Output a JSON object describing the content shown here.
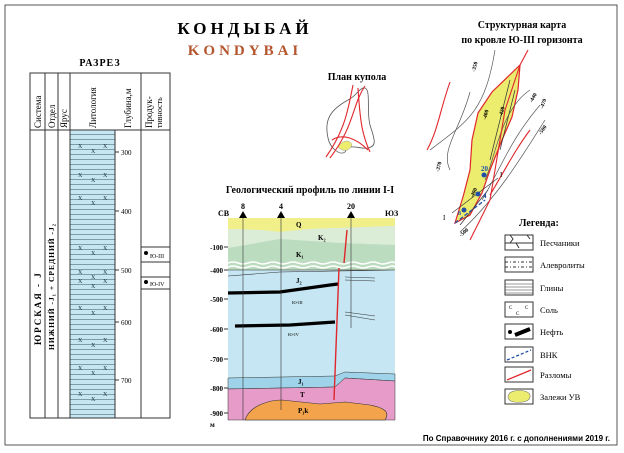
{
  "title_ru": "КОНДЫБАЙ",
  "title_en": "KONDYBAI",
  "colors": {
    "title_en": "#b4552e",
    "water": "#c5e6f2",
    "fault": "#e0262b",
    "deposit": "#ecec6e",
    "triassic": "#e79bc9",
    "permian": "#f2a34b",
    "quaternary": "#f0ef8a",
    "k2": "#dcedd7",
    "k1": "#bcdcc0",
    "vnk": "#1f4fa8"
  },
  "section": {
    "title": "РАЗРЕЗ",
    "headers": [
      "Система",
      "Отдел",
      "Ярус",
      "Литология",
      "Глубина,м",
      "Продук-",
      "тивность"
    ],
    "system": "ЮРСКАЯ - J",
    "series": "НИЖНИЙ -J₁ + СРЕДНИЙ -J₂",
    "depths": [
      "300",
      "400",
      "500",
      "600",
      "700"
    ],
    "horizons": [
      "Ю-III",
      "Ю-IV"
    ]
  },
  "plan": {
    "title": "План купола"
  },
  "profile": {
    "title": "Геологический профиль по линии I-I",
    "left_dir": "СВ",
    "right_dir": "ЮЗ",
    "wells": [
      "8",
      "4",
      "20"
    ],
    "depth_labels": [
      "-100",
      "-400",
      "-500",
      "-600",
      "-700",
      "-800",
      "-900"
    ],
    "unit": "м",
    "layers": [
      "Q",
      "K₂",
      "K₁",
      "J₂",
      "J₁",
      "T",
      "P₁k"
    ],
    "horizons": [
      "Ю-III",
      "Ю-IV"
    ]
  },
  "map": {
    "title_line1": "Структурная карта",
    "title_line2": "по кровле Ю-III горизонта",
    "contours": [
      "-350",
      "-370",
      "-400",
      "-420",
      "-440",
      "-470",
      "-500",
      "-400",
      "-500"
    ],
    "wells": [
      "20",
      "4",
      "8"
    ],
    "line_ends": [
      "I",
      "I"
    ]
  },
  "legend": {
    "title": "Легенда:",
    "items": [
      "Песчаники",
      "Алевролиты",
      "Глины",
      "Соль",
      "Нефть",
      "ВНК",
      "Разломы",
      "Залежи УВ"
    ]
  },
  "footer": "По Справочнику 2016 г. с дополнениями 2019 г."
}
